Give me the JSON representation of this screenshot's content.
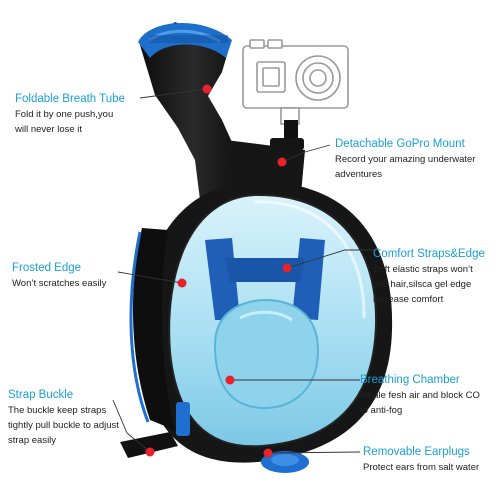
{
  "colors": {
    "accent": "#1aa0d8",
    "marker": "#e8222a",
    "mask_blue": "#1f6fd1",
    "mask_frame": "#1a1a1a"
  },
  "image": {
    "subject": "full face snorkel mask with camera mount",
    "icons": [
      "snorkel-tube",
      "gopro-camera-outline",
      "mask-frame",
      "mask-lens",
      "strap",
      "earplug"
    ]
  },
  "features": {
    "breath_tube": {
      "title": "Foldable Breath Tube",
      "desc": [
        "Fold it by one push,you",
        "will never lose it"
      ]
    },
    "gopro_mount": {
      "title": "Detachable GoPro Mount",
      "desc": [
        "Record your amazing underwater",
        "adventures"
      ]
    },
    "frosted_edge": {
      "title": "Frosted Edge",
      "desc": [
        "Won’t scratches easily"
      ]
    },
    "comfort_straps": {
      "title": "Comfort Straps&Edge",
      "desc": [
        "Soft elastic straps won’t",
        "pull hair,silsca gel edge",
        "increase comfort"
      ]
    },
    "strap_buckle": {
      "title": "Strap Buckle",
      "desc": [
        "The buckle keep straps",
        "tightly pull buckle to adjust",
        "strap easily"
      ]
    },
    "breathing_chamber": {
      "title": "Breathing Chamber",
      "desc": [
        "Inhale fesh air and block CO",
        "to anti-fog"
      ]
    },
    "earplugs": {
      "title": "Removable Earplugs",
      "desc": [
        "Protect ears from salt water"
      ]
    }
  }
}
